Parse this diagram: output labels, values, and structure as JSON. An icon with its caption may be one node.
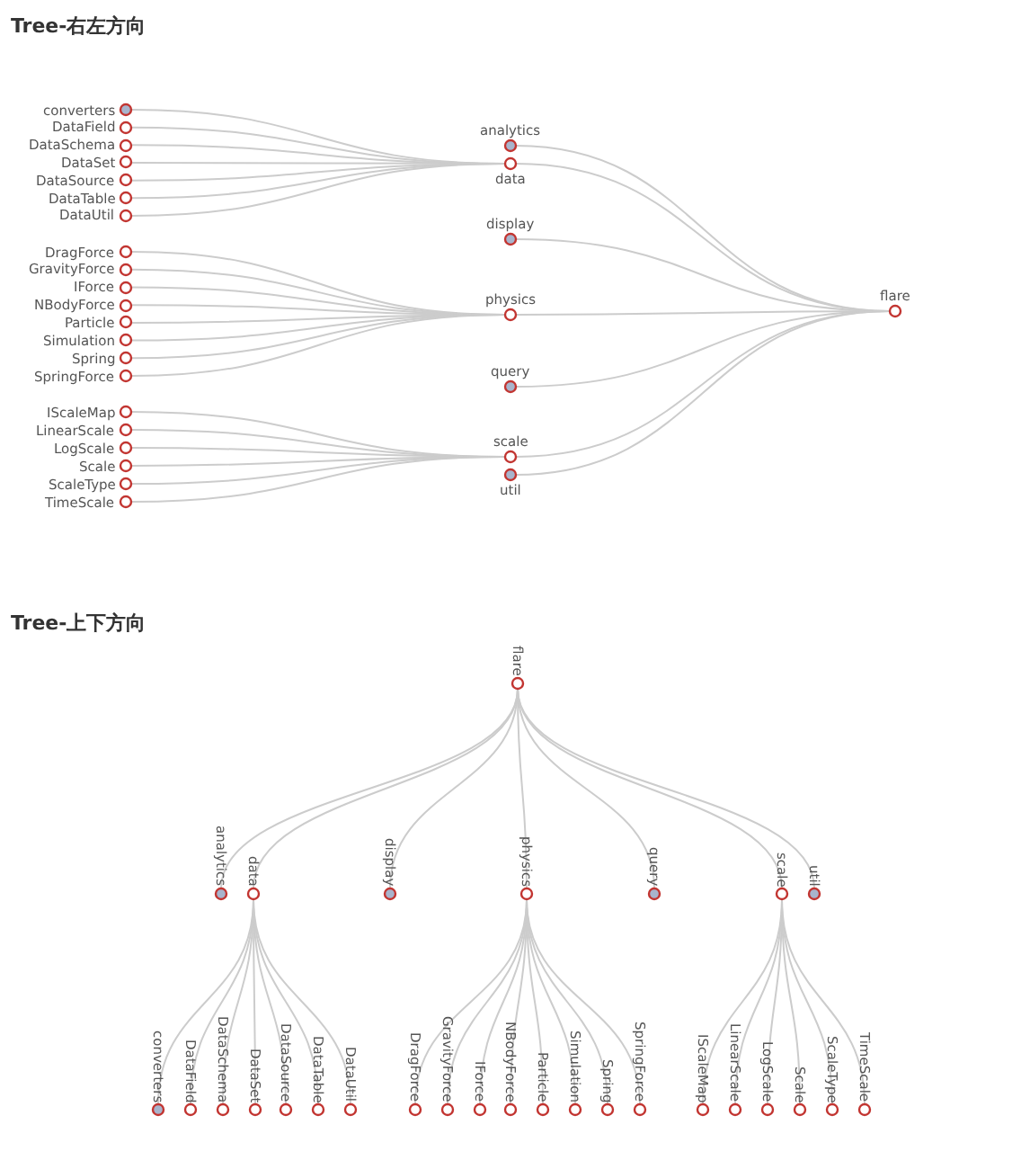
{
  "diagram": {
    "nodes": [
      {
        "text": [
          "flare"
        ]
      },
      {
        "text": [
          "analytics"
        ]
      },
      {
        "text": [
          "data"
        ]
      },
      {
        "text": [
          "display"
        ]
      },
      {
        "text": [
          "physics"
        ]
      },
      {
        "text": [
          "query"
        ]
      },
      {
        "text": [
          "scale"
        ]
      },
      {
        "text": [
          "util"
        ]
      },
      {
        "text": [
          "converters"
        ]
      },
      {
        "text": [
          "DataField"
        ]
      },
      {
        "text": [
          "DataSchema"
        ]
      },
      {
        "text": [
          "DataSet"
        ]
      },
      {
        "text": [
          "DataSource"
        ]
      },
      {
        "text": [
          "DataTable"
        ]
      },
      {
        "text": [
          "DataUtil"
        ]
      },
      {
        "text": [
          "DragForce"
        ]
      },
      {
        "text": [
          "GravityForce"
        ]
      },
      {
        "text": [
          "IForce"
        ]
      },
      {
        "text": [
          "NBodyForce"
        ]
      },
      {
        "text": [
          "Particle"
        ]
      },
      {
        "text": [
          "Simulation"
        ]
      },
      {
        "text": [
          "Spring"
        ]
      },
      {
        "text": [
          "SpringForce"
        ]
      },
      {
        "text": [
          "IScaleMap"
        ]
      },
      {
        "text": [
          "LinearScale"
        ]
      },
      {
        "text": [
          "LogScale"
        ]
      },
      {
        "text": [
          "Scale"
        ]
      },
      {
        "text": [
          "ScaleType"
        ]
      },
      {
        "text": [
          "TimeScale"
        ]
      },
      {
        "text": [
          "flare"
        ]
      },
      {
        "text": [
          "analytics"
        ]
      },
      {
        "text": [
          "data"
        ]
      },
      {
        "text": [
          "display"
        ]
      },
      {
        "text": [
          "physics"
        ]
      },
      {
        "text": [
          "query"
        ]
      },
      {
        "text": [
          "scale"
        ]
      },
      {
        "text": [
          "util"
        ]
      },
      {
        "text": [
          "converters"
        ]
      },
      {
        "text": [
          "DataField"
        ]
      },
      {
        "text": [
          "DataSchema"
        ]
      },
      {
        "text": [
          "DataSet"
        ]
      },
      {
        "text": [
          "DataSource"
        ]
      },
      {
        "text": [
          "DataTable"
        ]
      },
      {
        "text": [
          "DataUtil"
        ]
      },
      {
        "text": [
          "DragForce"
        ]
      },
      {
        "text": [
          "GravityForce"
        ]
      },
      {
        "text": [
          "IForce"
        ]
      },
      {
        "text": [
          "NBodyForce"
        ]
      },
      {
        "text": [
          "Particle"
        ]
      },
      {
        "text": [
          "Simulation"
        ]
      },
      {
        "text": [
          "Spring"
        ]
      },
      {
        "text": [
          "SpringForce"
        ]
      },
      {
        "text": [
          "IScaleMap"
        ]
      },
      {
        "text": [
          "LinearScale"
        ]
      },
      {
        "text": [
          "LogScale"
        ]
      },
      {
        "text": [
          "Scale"
        ]
      },
      {
        "text": [
          "ScaleType"
        ]
      },
      {
        "text": [
          "TimeScale"
        ]
      }
    ],
    "edges": [
      {
        "from": 0,
        "to": 1,
        "arrow": "none"
      },
      {
        "from": 0,
        "to": 2,
        "arrow": "none"
      },
      {
        "from": 0,
        "to": 3,
        "arrow": "none"
      },
      {
        "from": 0,
        "to": 4,
        "arrow": "none"
      },
      {
        "from": 0,
        "to": 5,
        "arrow": "none"
      },
      {
        "from": 0,
        "to": 6,
        "arrow": "none"
      },
      {
        "from": 0,
        "to": 7,
        "arrow": "none"
      },
      {
        "from": 2,
        "to": 8,
        "arrow": "none"
      },
      {
        "from": 2,
        "to": 9,
        "arrow": "none"
      },
      {
        "from": 2,
        "to": 10,
        "arrow": "none"
      },
      {
        "from": 2,
        "to": 11,
        "arrow": "none"
      },
      {
        "from": 2,
        "to": 12,
        "arrow": "none"
      },
      {
        "from": 2,
        "to": 13,
        "arrow": "none"
      },
      {
        "from": 2,
        "to": 14,
        "arrow": "none"
      },
      {
        "from": 4,
        "to": 15,
        "arrow": "none"
      },
      {
        "from": 4,
        "to": 16,
        "arrow": "none"
      },
      {
        "from": 4,
        "to": 17,
        "arrow": "none"
      },
      {
        "from": 4,
        "to": 18,
        "arrow": "none"
      },
      {
        "from": 4,
        "to": 19,
        "arrow": "none"
      },
      {
        "from": 4,
        "to": 20,
        "arrow": "none"
      },
      {
        "from": 4,
        "to": 21,
        "arrow": "none"
      },
      {
        "from": 4,
        "to": 22,
        "arrow": "none"
      },
      {
        "from": 6,
        "to": 23,
        "arrow": "none"
      },
      {
        "from": 6,
        "to": 24,
        "arrow": "none"
      },
      {
        "from": 6,
        "to": 25,
        "arrow": "none"
      },
      {
        "from": 6,
        "to": 26,
        "arrow": "none"
      },
      {
        "from": 6,
        "to": 27,
        "arrow": "none"
      },
      {
        "from": 6,
        "to": 28,
        "arrow": "none"
      },
      {
        "from": 29,
        "to": 30,
        "arrow": "none"
      },
      {
        "from": 29,
        "to": 31,
        "arrow": "none"
      },
      {
        "from": 29,
        "to": 32,
        "arrow": "none"
      },
      {
        "from": 29,
        "to": 33,
        "arrow": "none"
      },
      {
        "from": 29,
        "to": 34,
        "arrow": "none"
      },
      {
        "from": 29,
        "to": 35,
        "arrow": "none"
      },
      {
        "from": 29,
        "to": 36,
        "arrow": "none"
      },
      {
        "from": 31,
        "to": 37,
        "arrow": "none"
      },
      {
        "from": 31,
        "to": 38,
        "arrow": "none"
      },
      {
        "from": 31,
        "to": 39,
        "arrow": "none"
      },
      {
        "from": 31,
        "to": 40,
        "arrow": "none"
      },
      {
        "from": 31,
        "to": 41,
        "arrow": "none"
      },
      {
        "from": 31,
        "to": 42,
        "arrow": "none"
      },
      {
        "from": 31,
        "to": 43,
        "arrow": "none"
      },
      {
        "from": 33,
        "to": 44,
        "arrow": "none"
      },
      {
        "from": 33,
        "to": 45,
        "arrow": "none"
      },
      {
        "from": 33,
        "to": 46,
        "arrow": "none"
      },
      {
        "from": 33,
        "to": 47,
        "arrow": "none"
      },
      {
        "from": 33,
        "to": 48,
        "arrow": "none"
      },
      {
        "from": 33,
        "to": 49,
        "arrow": "none"
      },
      {
        "from": 33,
        "to": 50,
        "arrow": "none"
      },
      {
        "from": 33,
        "to": 51,
        "arrow": "none"
      },
      {
        "from": 35,
        "to": 52,
        "arrow": "none"
      },
      {
        "from": 35,
        "to": 53,
        "arrow": "none"
      },
      {
        "from": 35,
        "to": 54,
        "arrow": "none"
      },
      {
        "from": 35,
        "to": 55,
        "arrow": "none"
      },
      {
        "from": 35,
        "to": 56,
        "arrow": "none"
      },
      {
        "from": 35,
        "to": 57,
        "arrow": "none"
      }
    ],
    "labels": [
      "Tree-右左方向",
      "Tree-上下方向"
    ]
  }
}
